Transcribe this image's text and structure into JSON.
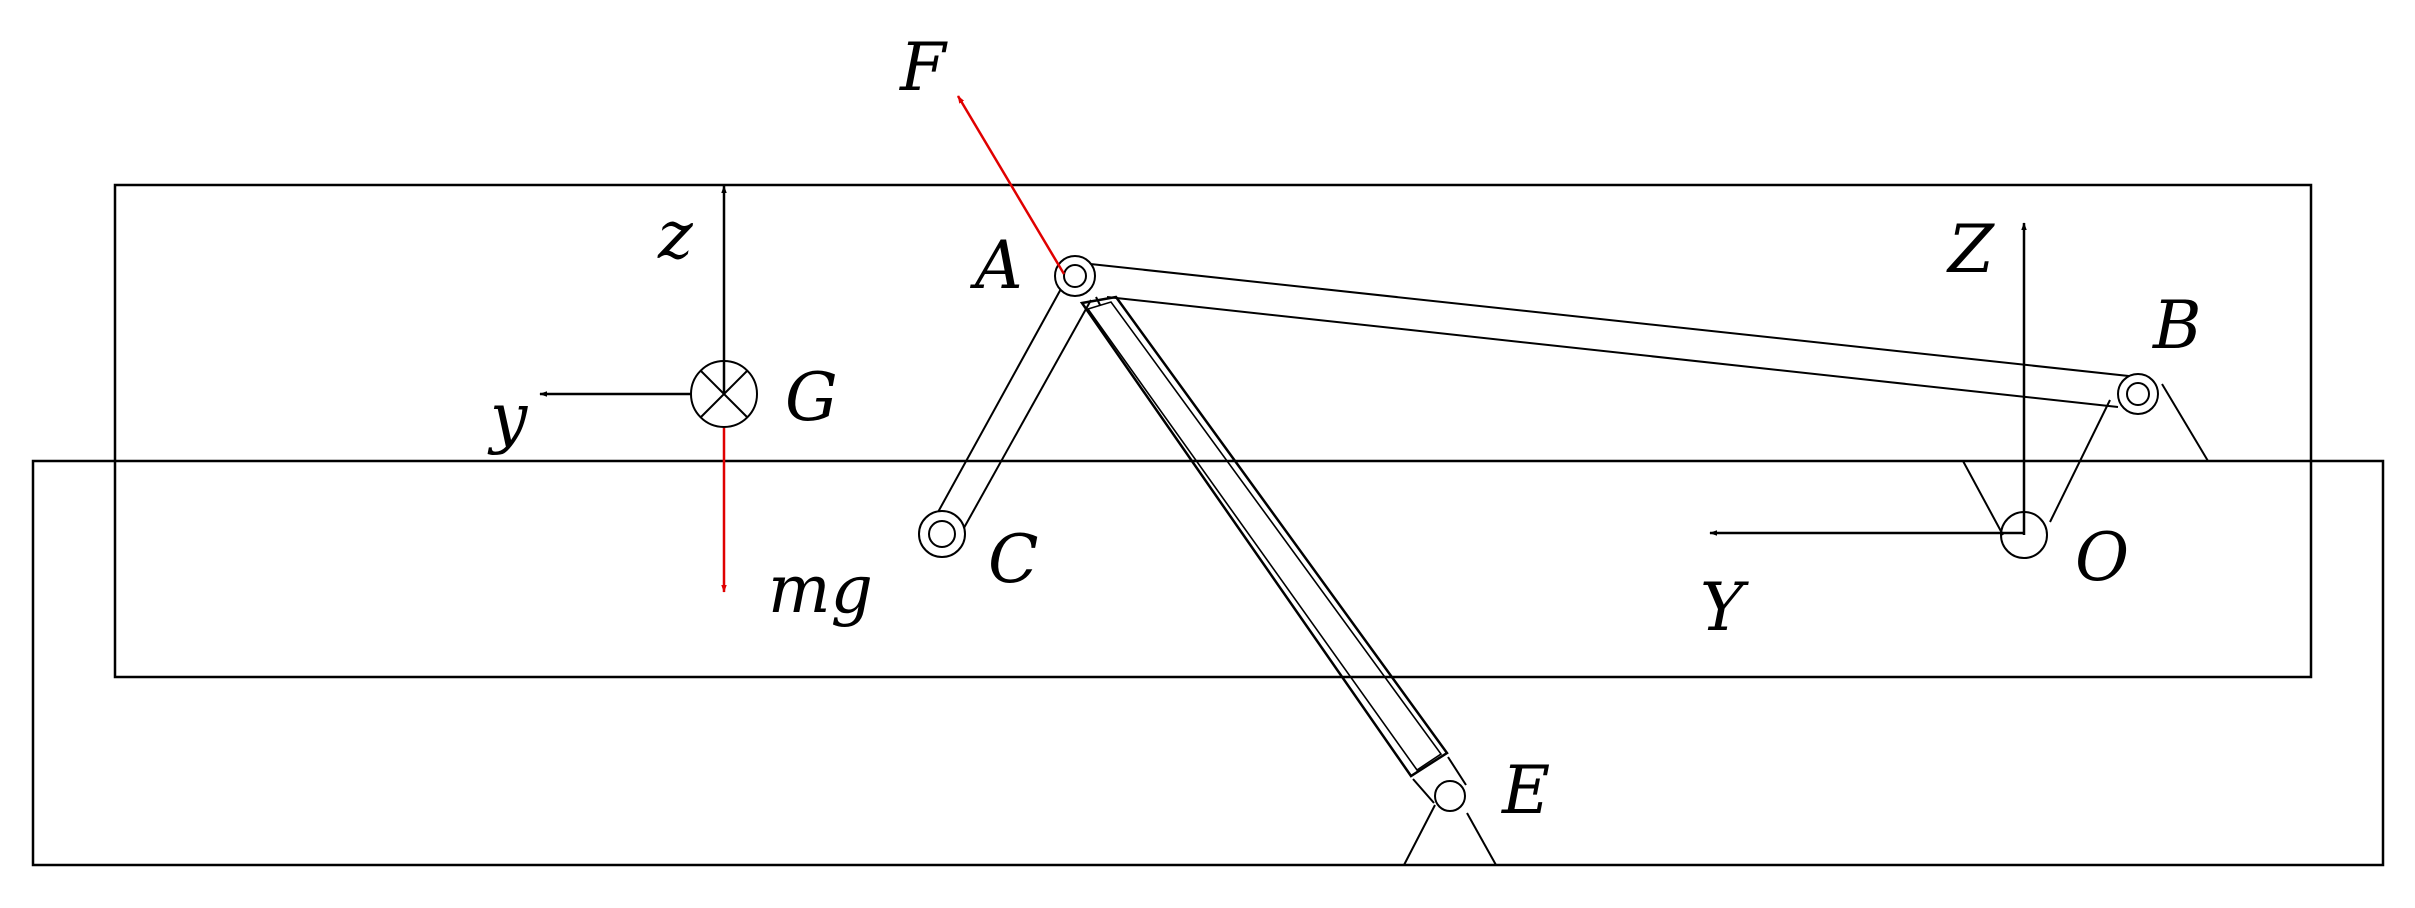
{
  "colors": {
    "stroke": "#000000",
    "force": "#e00000",
    "background": "#ffffff"
  },
  "labels": {
    "force_f": "F",
    "weight_mg": "mg",
    "point_a": "A",
    "point_b": "B",
    "point_c": "C",
    "point_e": "E",
    "point_o": "O",
    "point_g": "G",
    "axis_z_local": "z",
    "axis_y_local": "y",
    "axis_z_global": "Z",
    "axis_y_global": "Y"
  }
}
